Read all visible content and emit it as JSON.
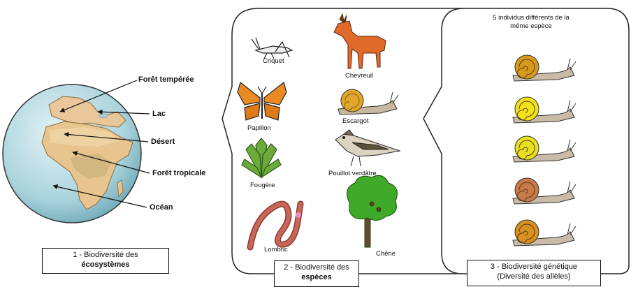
{
  "ecosystems": {
    "labels": [
      "Forêt tempérée",
      "Lac",
      "Désert",
      "Forêt tropicale",
      "Océan"
    ],
    "caption_line1": "1 - Biodiversité des",
    "caption_line2": "écosystèmes"
  },
  "species": {
    "items": [
      "Criquet",
      "Chevreuil",
      "Papillon",
      "Escargot",
      "Fougère",
      "Pouillot verdâtre",
      "Lombric",
      "Chêne"
    ],
    "caption_line1": "2 - Biodiversité des",
    "caption_line2": "espèces"
  },
  "genetic": {
    "heading_line1": "5 individus différents de la",
    "heading_line2": "même espèce",
    "snail_shell_colors": [
      "#d89a1c",
      "#f2e21a",
      "#e8e020",
      "#c87a4a",
      "#d8901e"
    ],
    "caption_line1": "3 - Biodiversité génétique",
    "caption_line2": "(Diversité des allèles)"
  }
}
